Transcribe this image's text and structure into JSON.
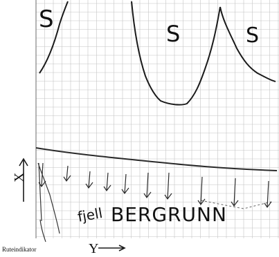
{
  "labels": {
    "s1": "S",
    "s2": "S",
    "s3": "S",
    "rock_note": "fjell",
    "rock": "BERGRUNN",
    "legend": "Ruteindikator",
    "axis_y": "Y",
    "axis_x": "X"
  },
  "colors": {
    "ink": "#1a1a1a",
    "grid": "#b9b9b9"
  }
}
